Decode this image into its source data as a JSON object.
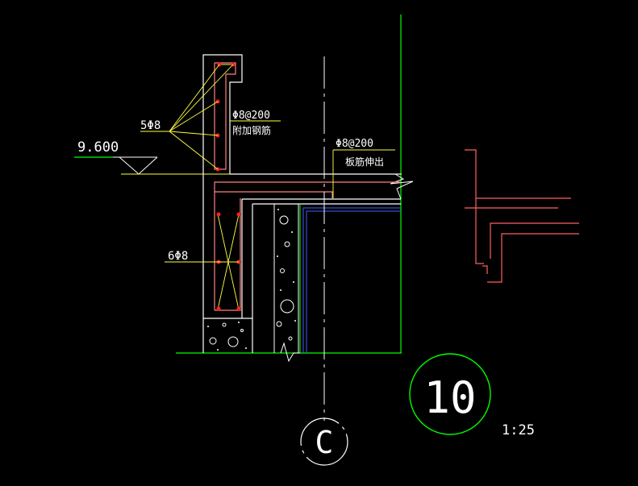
{
  "colors": {
    "background": "#000000",
    "concrete": "#ffffff",
    "outline": "#ffffff",
    "leader": "#ffff40",
    "rebar_dot": "#ff2020",
    "ground": "#00ff00",
    "axis": "#ffffff",
    "dim_red": "#ff6060",
    "blue": "#4060ff"
  },
  "labels": {
    "elevation": "9.600",
    "top_bars": "5Φ8",
    "bottom_bars": "6Φ8",
    "stirrup_spec_1": "Φ8@200",
    "stirrup_spec_1_note": "附加钢筋",
    "stirrup_spec_2": "Φ8@200",
    "stirrup_spec_2_note": "板筋伸出",
    "detail_number": "10",
    "scale": "1:25",
    "axis_label": "C"
  },
  "icons": {
    "elevation_marker": "triangle-elevation-icon",
    "detail_bubble": "circle-detail-icon",
    "axis_bubble": "circle-axis-icon"
  }
}
